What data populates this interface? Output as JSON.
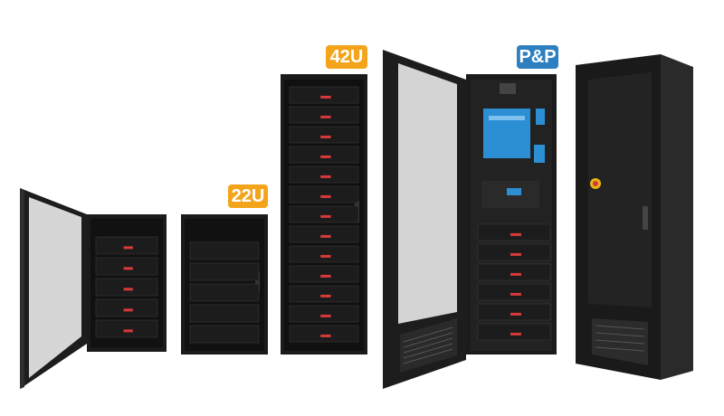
{
  "badges": {
    "u22": {
      "label": "22U",
      "color": "#f4a41a"
    },
    "u42": {
      "label": "42U",
      "color": "#f4a41a"
    },
    "pp": {
      "label": "P&P",
      "color": "#2d7fc0"
    }
  },
  "colors": {
    "cabinet": "#1b1b1b",
    "cabinet_edge": "#2c2c2c",
    "module": "#141414",
    "module_led": "#d83a3a",
    "glass": "#d9d9d9",
    "inverter": "#2c8fd4",
    "estop": "#e8b413"
  }
}
